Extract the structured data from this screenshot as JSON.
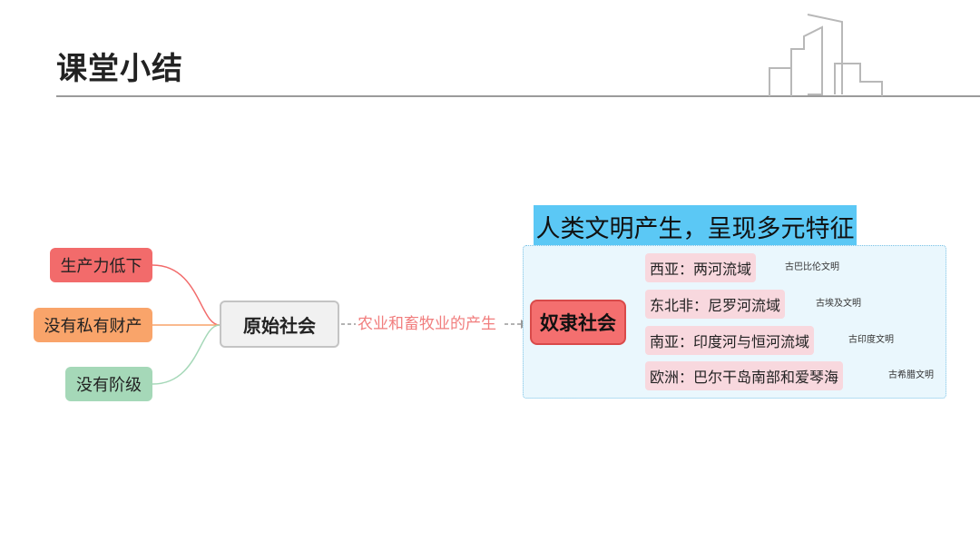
{
  "header": {
    "title": "课堂小结"
  },
  "left_nodes": [
    {
      "label": "生产力低下",
      "color": "#f26b6b"
    },
    {
      "label": "没有私有财产",
      "color": "#f9a46a"
    },
    {
      "label": "没有阶级",
      "color": "#a5d8b8"
    }
  ],
  "center_node": {
    "label": "原始社会"
  },
  "transition": {
    "label": "农业和畜牧业的产生"
  },
  "summary_banner": {
    "label": "人类文明产生，呈现多元特征",
    "color": "#5bc8f5"
  },
  "main_node": {
    "label": "奴隶社会",
    "color": "#f46f6f"
  },
  "branches": [
    {
      "label": "西亚：两河流域",
      "note": "古巴比伦文明"
    },
    {
      "label": "东北非：尼罗河流域",
      "note": "古埃及文明"
    },
    {
      "label": "南亚：印度河与恒河流域",
      "note": "古印度文明"
    },
    {
      "label": "欧洲：巴尔干岛南部和爱琴海",
      "note": "古希腊文明"
    }
  ]
}
